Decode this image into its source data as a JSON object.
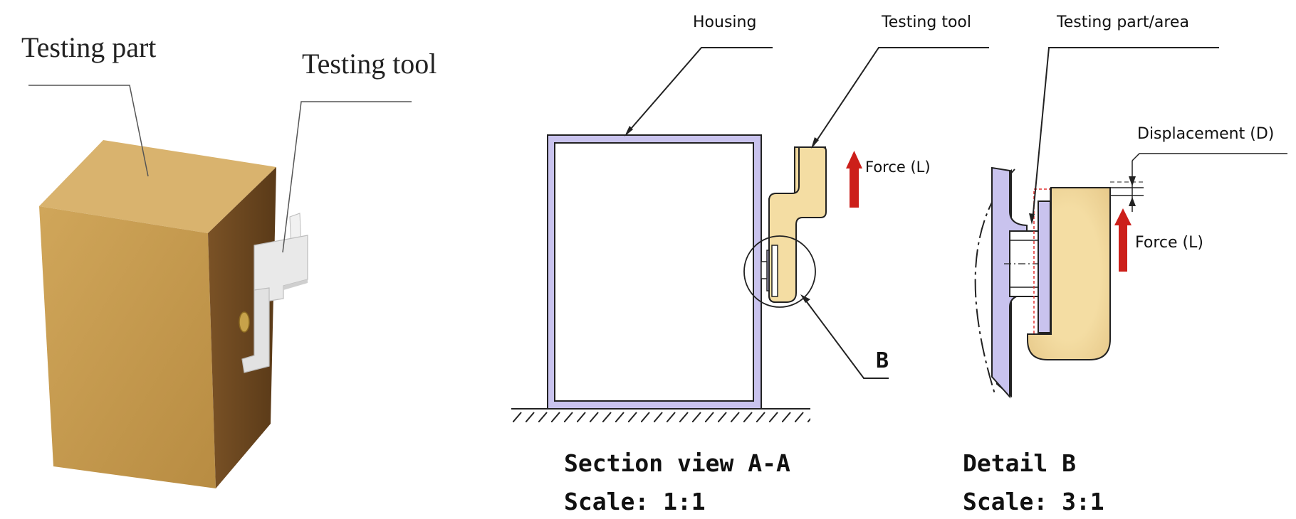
{
  "iso_view": {
    "testing_part_label": "Testing part",
    "testing_tool_label": "Testing tool"
  },
  "section_view": {
    "housing_label": "Housing",
    "testing_tool_label": "Testing tool",
    "force_label": "Force (L)",
    "detail_callout": "B",
    "caption_title": "Section view A-A",
    "caption_scale": "Scale:  1:1"
  },
  "detail_view": {
    "testing_area_label": "Testing part/area",
    "displacement_label": "Displacement (D)",
    "force_label": "Force (L)",
    "caption_title": "Detail B",
    "caption_scale": "Scale:  3:1"
  },
  "colors": {
    "wood_front": "#C49A4E",
    "wood_top": "#D9B36E",
    "wood_side": "#6E4A22",
    "tool_grey": "#E6E6E6",
    "housing_fill": "#C9C3EE",
    "tool_fill": "#F4DDA3",
    "force_arrow": "#CC1F1A"
  }
}
